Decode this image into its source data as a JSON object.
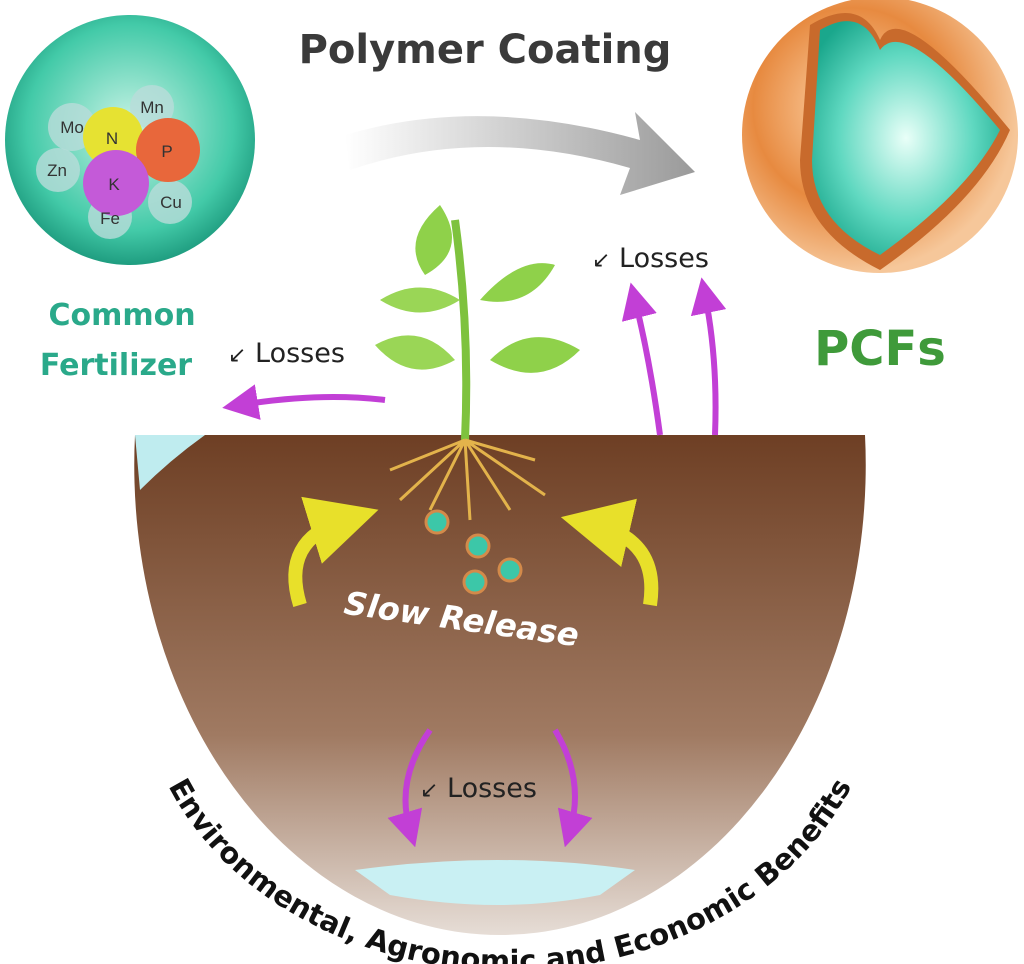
{
  "title": "Polymer Coating",
  "common_fertilizer": {
    "line1": "Common",
    "line2": "Fertilizer"
  },
  "elements": {
    "N": "N",
    "P": "P",
    "K": "K",
    "Mo": "Mo",
    "Mn": "Mn",
    "Zn": "Zn",
    "Cu": "Cu",
    "Fe": "Fe"
  },
  "pcfs": "PCFs",
  "losses_left": "Losses",
  "losses_top": "Losses",
  "losses_bottom": "Losses",
  "slow_release": "Slow Release",
  "benefits": "Environmental, Agronomic and Economic Benefits",
  "colors": {
    "teal": "#2aa98a",
    "soil": "#7a4a2e",
    "orange": "#e0893e",
    "magenta": "#c23fd6",
    "yellow": "#e8e02a",
    "leaf": "#8fd14a"
  }
}
